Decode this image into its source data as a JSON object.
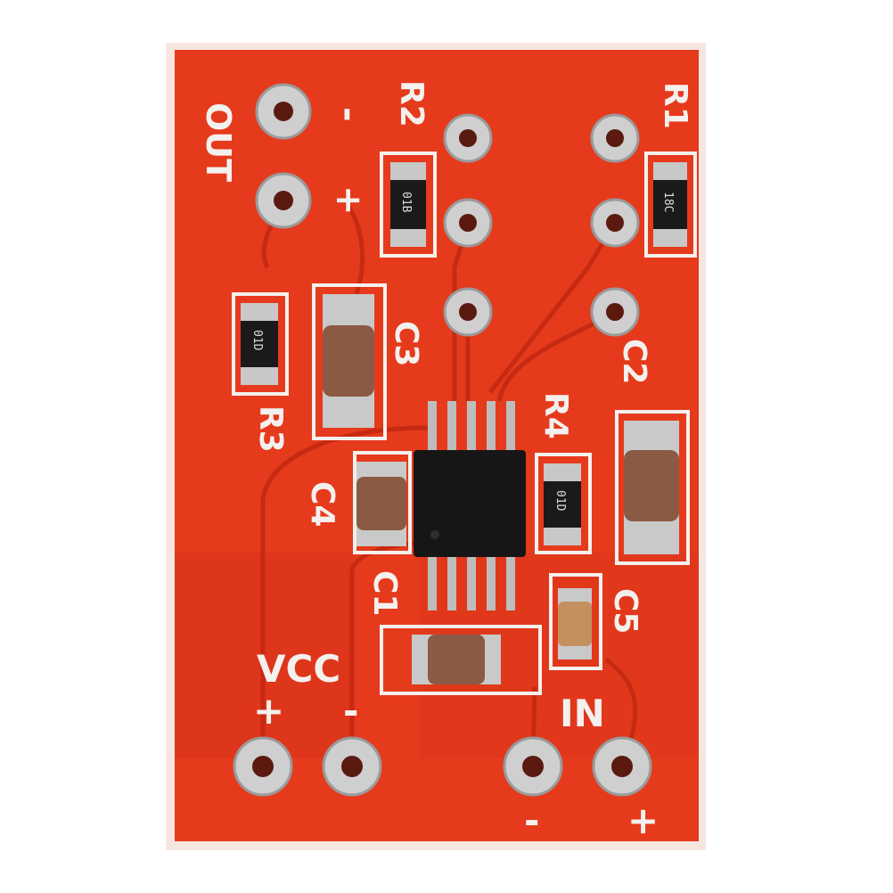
{
  "board": {
    "color": "#e63a1c",
    "labels": {
      "out": "OUT",
      "out_minus": "-",
      "out_plus": "+",
      "r1": "R1",
      "r2": "R2",
      "r3": "R3",
      "r4": "R4",
      "c1": "C1",
      "c2": "C2",
      "c3": "C3",
      "c4": "C4",
      "c5": "C5",
      "vcc": "VCC",
      "vcc_plus": "+",
      "vcc_minus": "-",
      "in": "IN",
      "in_minus": "-",
      "in_plus": "+"
    },
    "resistor_codes": {
      "r2": "01B",
      "r1": "18C",
      "r3": "01D",
      "r4": "01D"
    }
  }
}
